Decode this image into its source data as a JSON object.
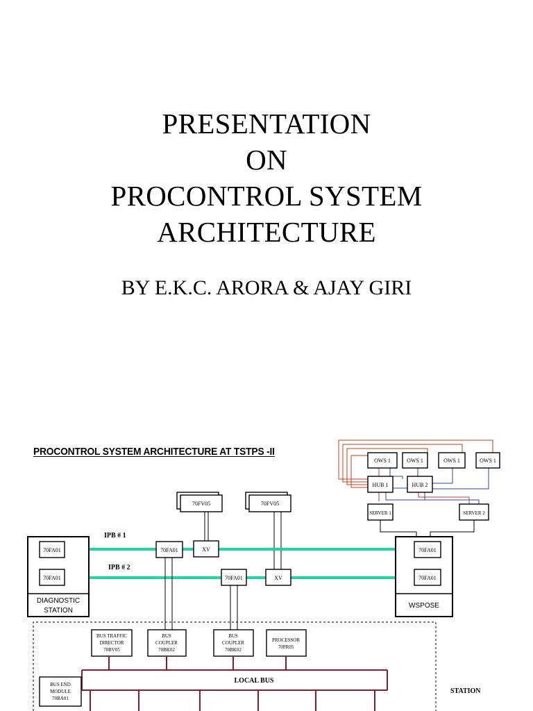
{
  "slide": {
    "title_lines": [
      "PRESENTATION",
      "ON",
      "PROCONTROL SYSTEM",
      "ARCHITECTURE"
    ],
    "byline": "BY E.K.C. ARORA & AJAY GIRI"
  },
  "diagram": {
    "heading": "PROCONTROL SYSTEM ARCHITECTURE AT TSTPS -II",
    "ows": [
      "OWS 1",
      "OWS 1",
      "OWS 1",
      "OWS 1"
    ],
    "hubs": [
      "HUB 1",
      "HUB 2"
    ],
    "servers": [
      "SERVER 1",
      "SERVER 2"
    ],
    "fv_boxes": [
      "70FV05",
      "70FV05"
    ],
    "ipb1_label": "IPB # 1",
    "ipb2_label": "IPB # 2",
    "fa01": "70FA01",
    "xv": "XV",
    "diagnostic_station": [
      "DIAGNOSTIC",
      "STATION"
    ],
    "wspose": "WSPOSE",
    "bus_traffic_director": [
      "BUS TRAFFIC",
      "DIRECTOR",
      "70BV05"
    ],
    "bus_coupler_1": [
      "BUS",
      "COUPLER",
      "70BK02"
    ],
    "bus_coupler_2": [
      "BUS",
      "COUPLER",
      "70BK02"
    ],
    "processor": [
      "PROCESSOR",
      "70PR05"
    ],
    "local_bus": "LOCAL BUS",
    "bus_end_module": [
      "BUS END",
      "MODULE",
      "70BA01"
    ],
    "station": "STATION",
    "colors": {
      "ipb_line": "#1fd6a0",
      "local_bus": "#8b1a2b",
      "ows_red": "#d43a1a",
      "ows_blue": "#2a3fd0"
    }
  }
}
